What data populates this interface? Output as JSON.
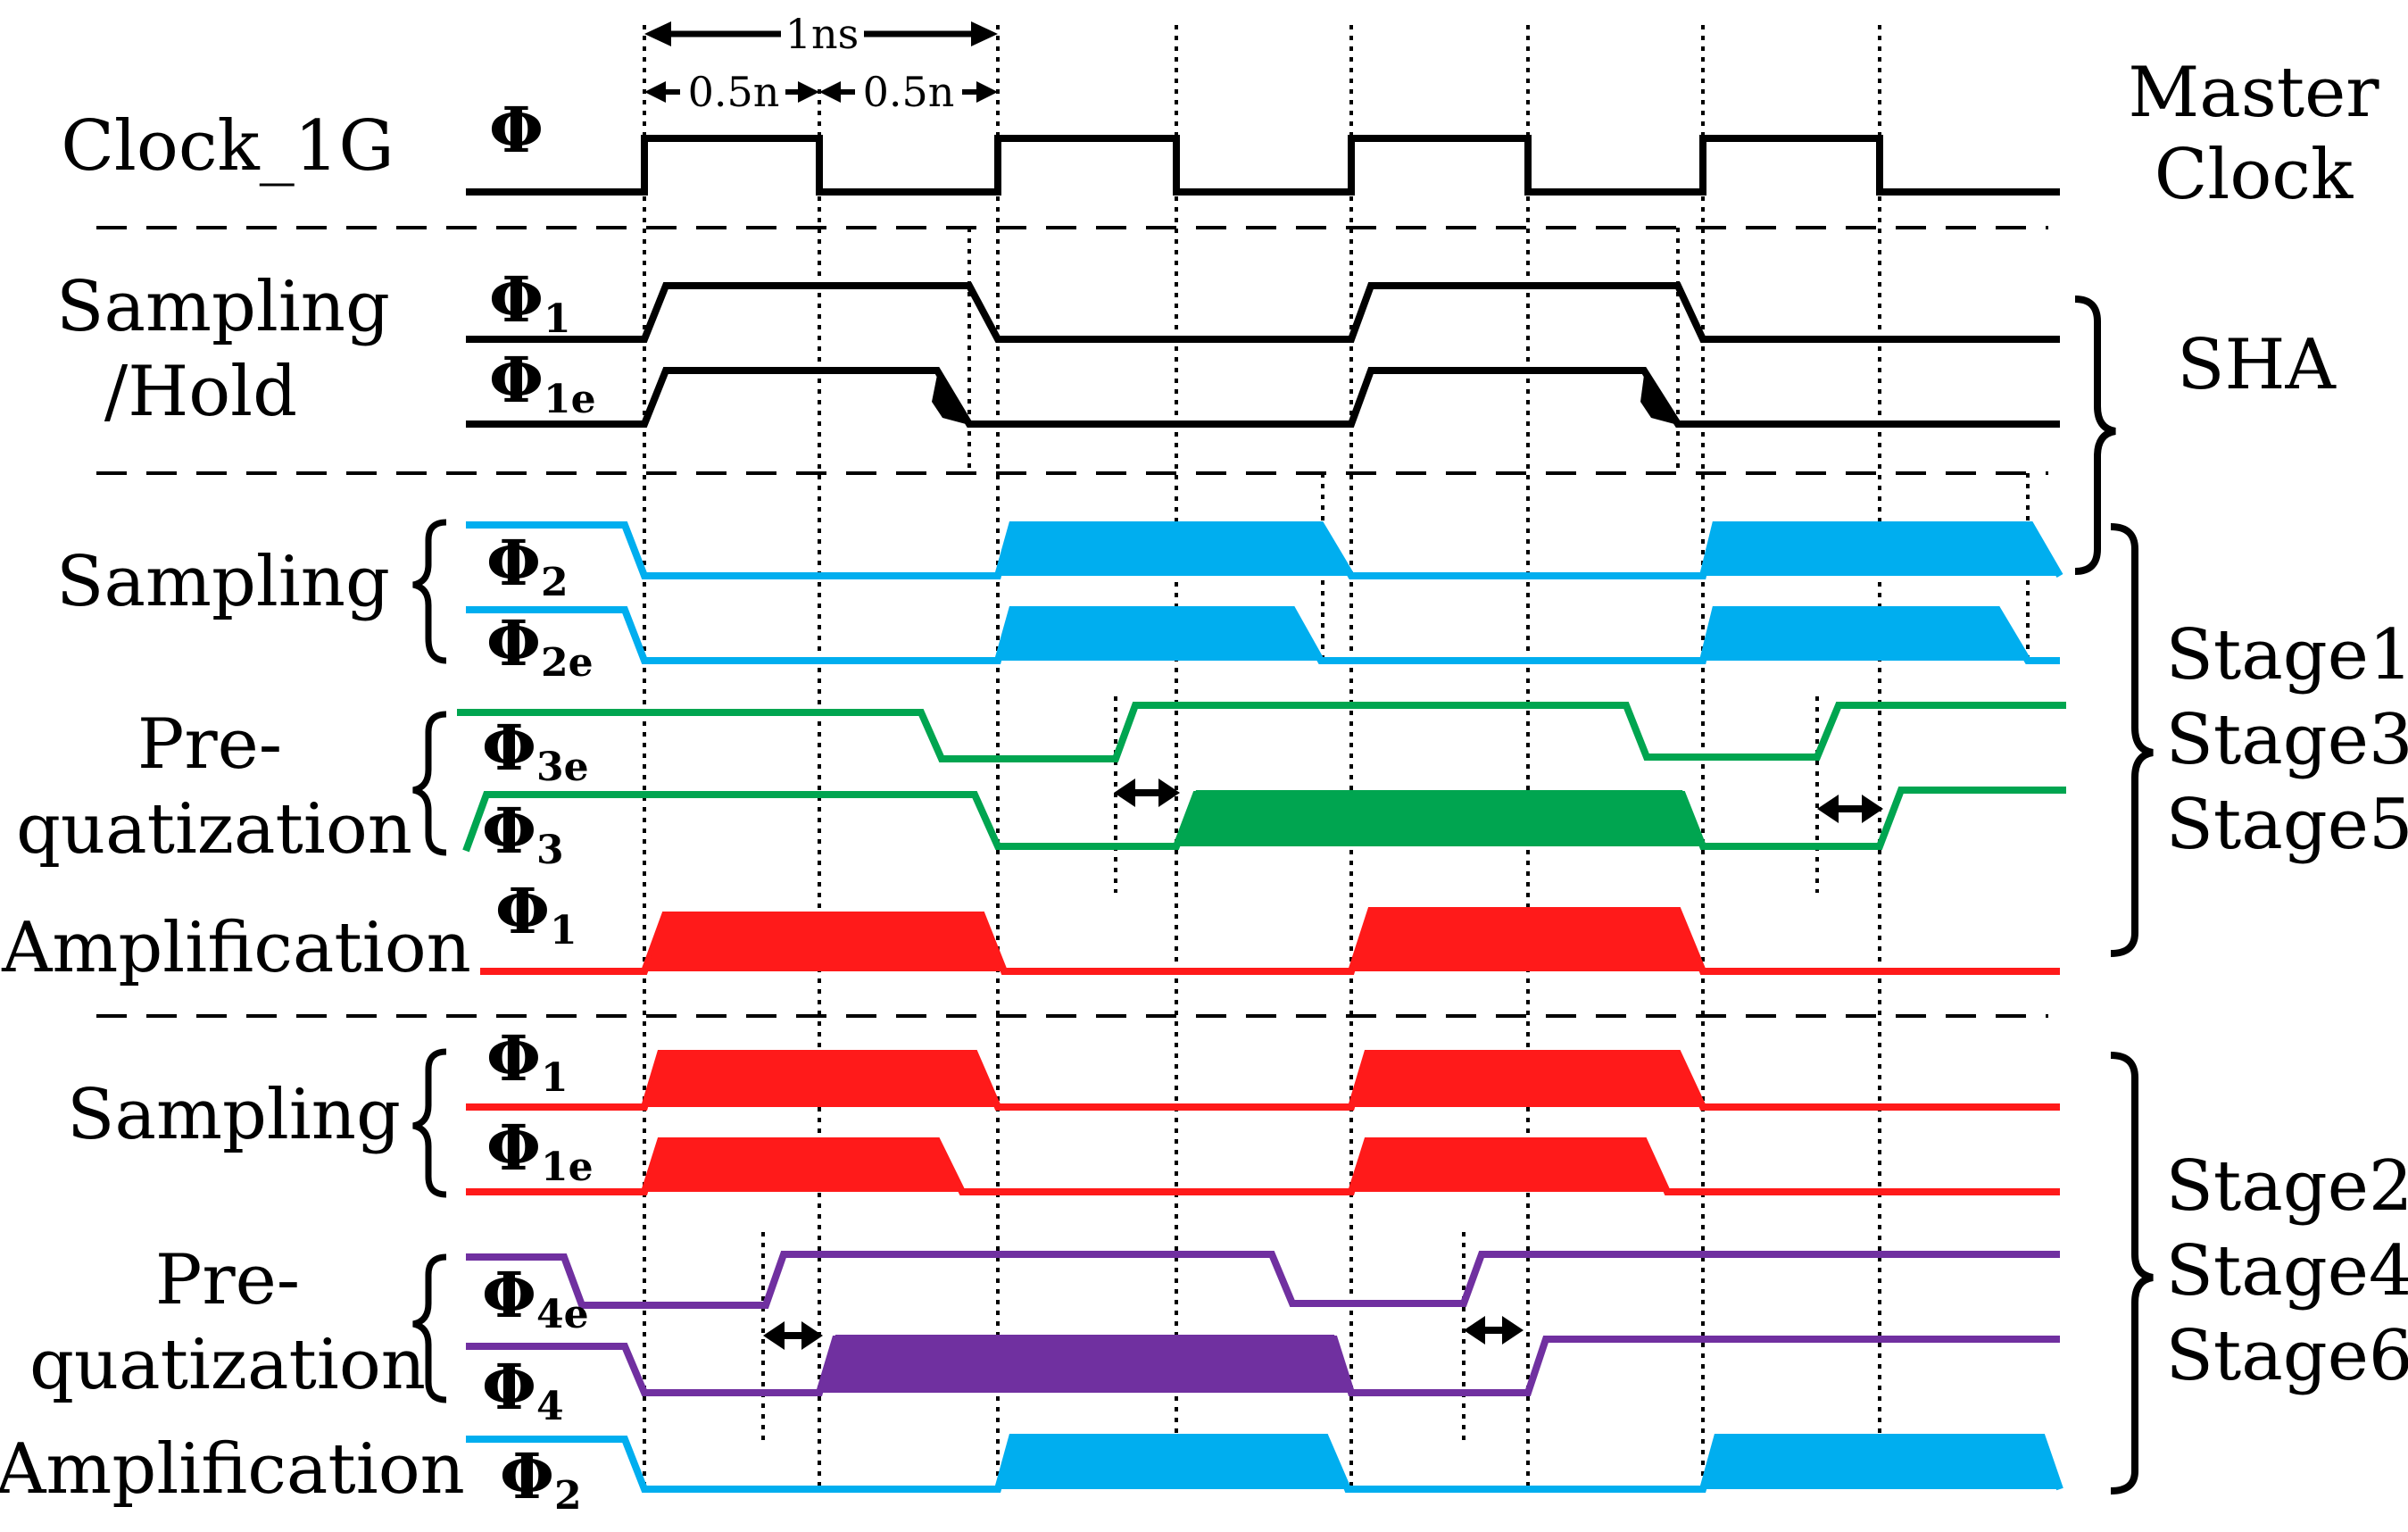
{
  "colors": {
    "black": "#000000",
    "blue": "#00AEEF",
    "green": "#00A550",
    "red": "#FF1A1A",
    "purple": "#7030A0"
  },
  "timing": {
    "period": "1ns",
    "half_left": "0.5n",
    "half_right": "0.5n"
  },
  "labels": {
    "clock": "Clock_1G",
    "sh_line1": "Sampling",
    "sh_line2": "/Hold",
    "sampling_a": "Sampling",
    "preq_a_1": "Pre-",
    "preq_a_2": "quatization",
    "amp_a": "Amplification",
    "sampling_b": "Sampling",
    "preq_b_1": "Pre-",
    "preq_b_2": "quatization",
    "amp_b": "Amplification"
  },
  "right_labels": {
    "master_1": "Master",
    "master_2": "Clock",
    "sha": "SHA",
    "g1_1": "Stage1",
    "g1_2": "Stage3",
    "g1_3": "Stage5",
    "g2_1": "Stage2",
    "g2_2": "Stage4",
    "g2_3": "Stage6"
  },
  "signals": [
    {
      "symbol": "Φ",
      "sub": ""
    },
    {
      "symbol": "Φ",
      "sub": "1"
    },
    {
      "symbol": "Φ",
      "sub": "1e"
    },
    {
      "symbol": "Φ",
      "sub": "2"
    },
    {
      "symbol": "Φ",
      "sub": "2e"
    },
    {
      "symbol": "Φ",
      "sub": "3e"
    },
    {
      "symbol": "Φ",
      "sub": "3"
    },
    {
      "symbol": "Φ",
      "sub": "1"
    },
    {
      "symbol": "Φ",
      "sub": "1"
    },
    {
      "symbol": "Φ",
      "sub": "1e"
    },
    {
      "symbol": "Φ",
      "sub": "4e"
    },
    {
      "symbol": "Φ",
      "sub": "4"
    },
    {
      "symbol": "Φ",
      "sub": "2"
    }
  ]
}
